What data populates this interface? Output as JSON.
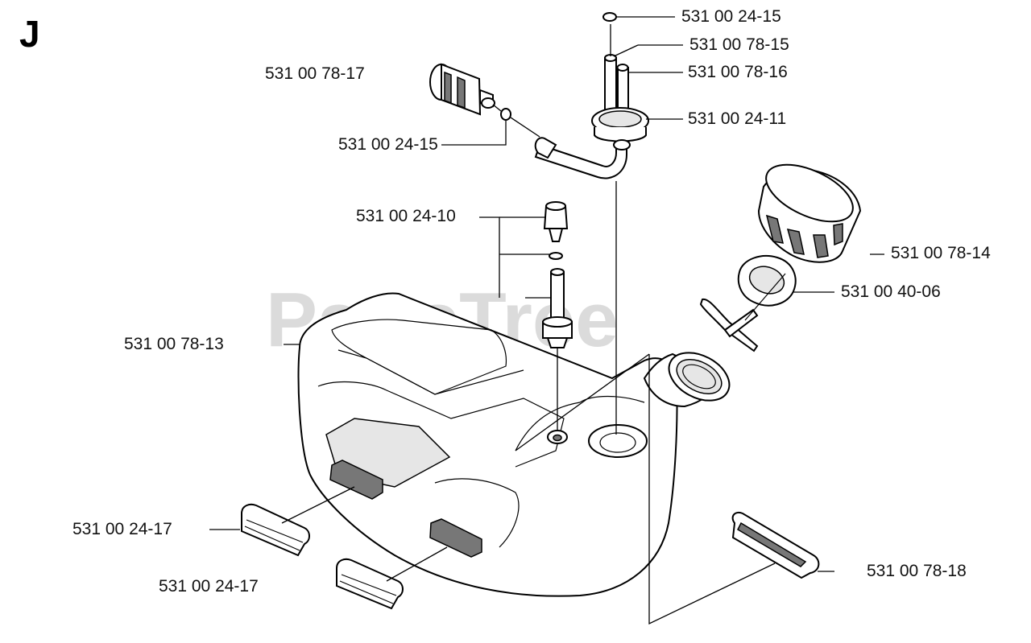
{
  "diagram": {
    "section_letter": "J",
    "watermark": "PartsTree",
    "callouts": [
      {
        "id": "c1",
        "label": "531 00 24-15"
      },
      {
        "id": "c2",
        "label": "531 00 78-15"
      },
      {
        "id": "c3",
        "label": "531 00 78-16"
      },
      {
        "id": "c4",
        "label": "531 00 78-17"
      },
      {
        "id": "c5",
        "label": "531 00 24-11"
      },
      {
        "id": "c6",
        "label": "531 00 24-15"
      },
      {
        "id": "c7",
        "label": "531 00 24-10"
      },
      {
        "id": "c8",
        "label": "531 00 78-14"
      },
      {
        "id": "c9",
        "label": "531 00 40-06"
      },
      {
        "id": "c10",
        "label": "531 00 78-13"
      },
      {
        "id": "c11",
        "label": "531 00 24-17"
      },
      {
        "id": "c12",
        "label": "531 00 24-17"
      },
      {
        "id": "c13",
        "label": "531 00 78-18"
      }
    ]
  },
  "colors": {
    "background": "#ffffff",
    "line": "#000000",
    "watermark": "#bdbdbd"
  }
}
